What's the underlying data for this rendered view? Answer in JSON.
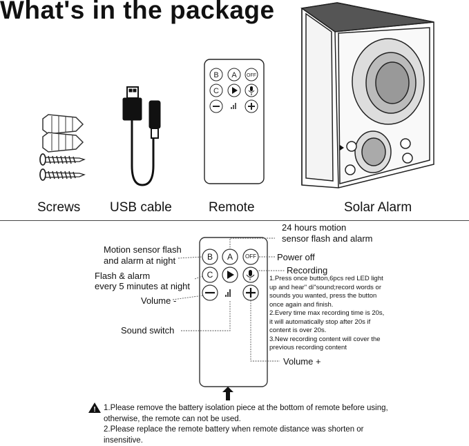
{
  "title": "What's in the package",
  "captions": {
    "screws": "Screws",
    "usb_cable": "USB cable",
    "remote": "Remote",
    "solar_alarm": "Solar Alarm"
  },
  "remote_buttons": {
    "b": "B",
    "a": "A",
    "off": "OFF",
    "c": "C"
  },
  "callouts": {
    "motion_24h_line1": "24 hours motion",
    "motion_24h_line2": "sensor flash and alarm",
    "motion_night_line1": "Motion sensor flash",
    "motion_night_line2": "and alarm at night",
    "power_off": "Power off",
    "recording": "Recording",
    "flash_alarm_line1": "Flash & alarm",
    "flash_alarm_line2": "every 5 minutes at night",
    "volume_minus": "Volume -",
    "sound_switch": "Sound  switch",
    "volume_plus": "Volume +"
  },
  "recording_notes": [
    "1.Press once button,6pcs red LED light",
    "up and hear\" di\"sound;record words or",
    "sounds you wanted, press the button",
    "once again and finish.",
    "2.Every time max recording time is 20s,",
    "it will automatically stop after 20s if",
    "content is over 20s.",
    "3.New recording content will cover the",
    "previous recording content"
  ],
  "warning_notes": [
    "1.Please remove the battery isolation piece at the bottom of remote before using,",
    "otherwise,  the remote can not be used.",
    "2.Please replace the remote battery when remote distance was shorten or",
    "insensitive."
  ]
}
